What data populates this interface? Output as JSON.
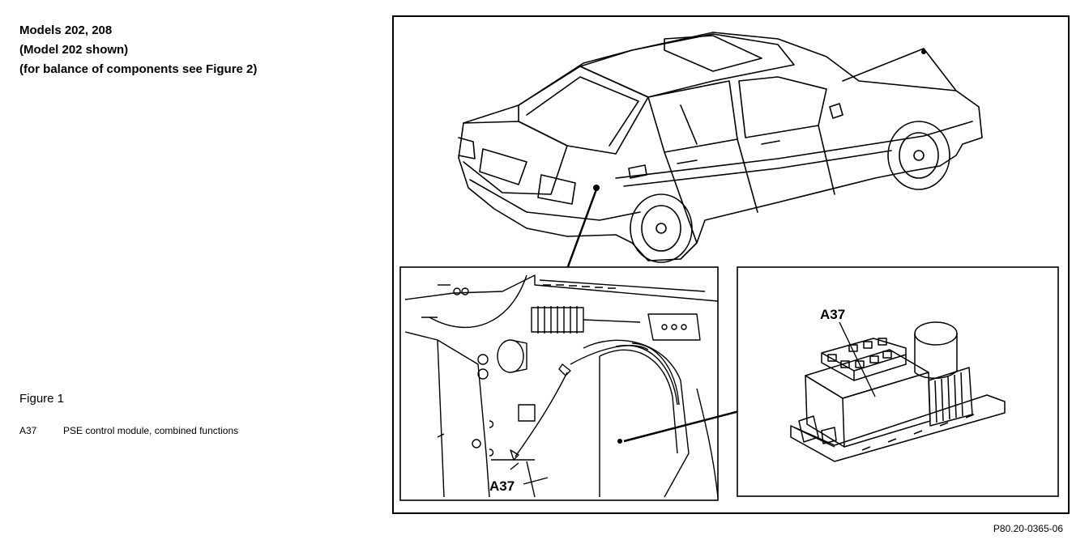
{
  "header": {
    "line1": "Models 202, 208",
    "line2": "(Model 202 shown)",
    "line3": "(for balance of components see Figure 2)"
  },
  "figure": {
    "label": "Figure 1"
  },
  "legend": [
    {
      "code": "A37",
      "description": "PSE control module, combined functions"
    }
  ],
  "callouts": {
    "detail_label": "A37",
    "module_label": "A37"
  },
  "reference_code": "P80.20-0365-06"
}
